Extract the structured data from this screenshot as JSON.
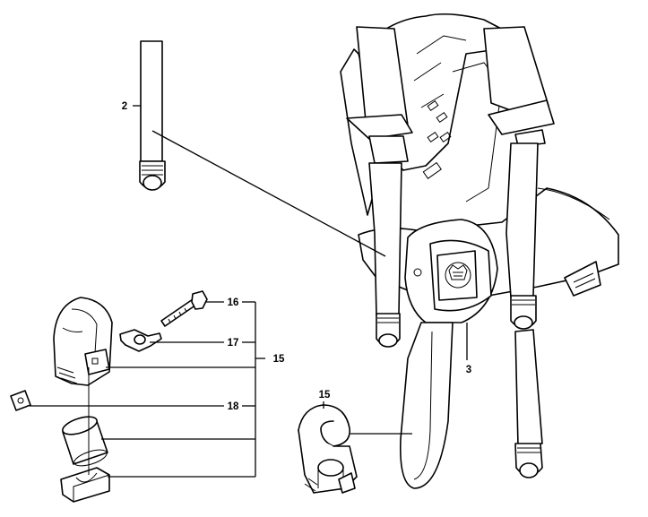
{
  "parts": [
    {
      "id": "part-2",
      "number": "2"
    },
    {
      "id": "part-3",
      "number": "3"
    },
    {
      "id": "part-15-kit",
      "number": "15"
    },
    {
      "id": "part-15-assembled",
      "number": "15"
    },
    {
      "id": "part-16",
      "number": "16"
    },
    {
      "id": "part-17",
      "number": "17"
    },
    {
      "id": "part-18",
      "number": "18"
    }
  ]
}
